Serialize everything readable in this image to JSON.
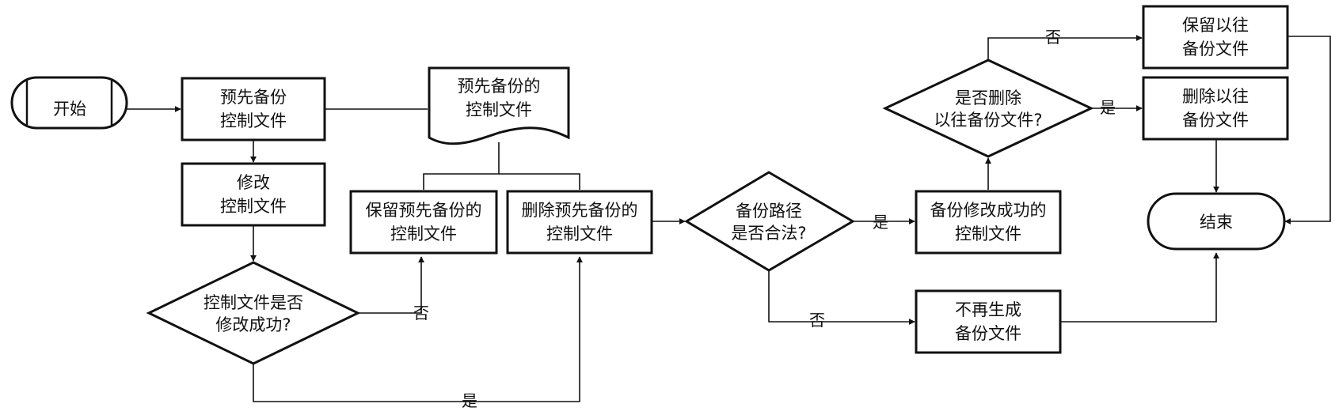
{
  "nodes": {
    "start": "开始",
    "pre_backup_1": "预先备份",
    "pre_backup_2": "控制文件",
    "modify_1": "修改",
    "modify_2": "控制文件",
    "check_modify_1": "控制文件是否",
    "check_modify_2": "修改成功?",
    "doc_1": "预先备份的",
    "doc_2": "控制文件",
    "keep_pre_1": "保留预先备份的",
    "keep_pre_2": "控制文件",
    "del_pre_1": "删除预先备份的",
    "del_pre_2": "控制文件",
    "check_path_1": "备份路径",
    "check_path_2": "是否合法?",
    "backup_ok_1": "备份修改成功的",
    "backup_ok_2": "控制文件",
    "no_gen_1": "不再生成",
    "no_gen_2": "备份文件",
    "check_del_1": "是否删除",
    "check_del_2": "以往备份文件?",
    "keep_old_1": "保留以往",
    "keep_old_2": "备份文件",
    "del_old_1": "删除以往",
    "del_old_2": "备份文件",
    "end": "结束"
  },
  "edges": {
    "modify_no": "否",
    "modify_yes": "是",
    "path_yes": "是",
    "path_no": "否",
    "del_no": "否",
    "del_yes": "是"
  }
}
